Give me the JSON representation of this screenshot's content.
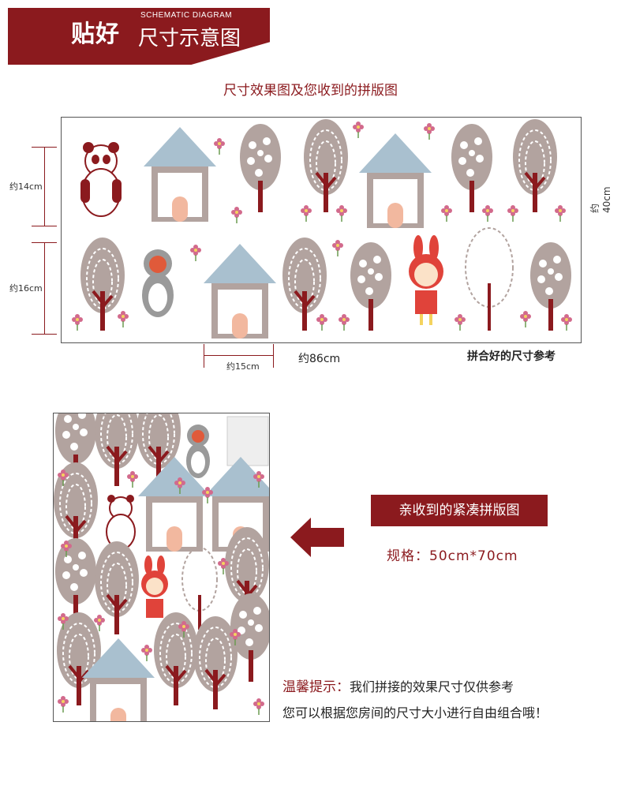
{
  "header": {
    "bold_title": "贴好",
    "title": "尺寸示意图",
    "english": "SCHEMATIC DIAGRAM"
  },
  "section_title": "尺寸效果图及您收到的拼版图",
  "dimensions": {
    "top_row": "约14cm",
    "bottom_row": "约16cm",
    "house_width": "约15cm",
    "total_width": "约86cm",
    "total_height": "约40cm"
  },
  "assembled_caption": "拼合好的尺寸参考",
  "callout": "亲收到的紧凑拼版图",
  "spec": "规格：50cm*70cm",
  "notes": {
    "label": "温馨提示：",
    "line1": "我们拼接的效果尺寸仅供参考",
    "line2": "您可以根据您房间的尺寸大小进行自由组合哦！"
  },
  "colors": {
    "brand": "#8b1a1e",
    "tree": "#b2a39f",
    "roof": "#a9c0cf",
    "trunk": "#8b1a1e"
  }
}
